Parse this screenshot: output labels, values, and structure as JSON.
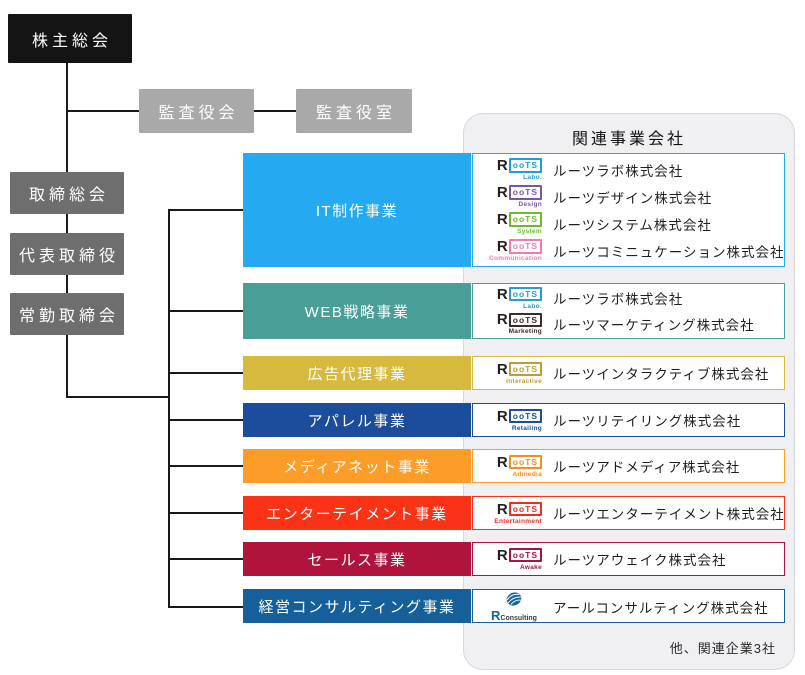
{
  "governance": {
    "shareholders": "株主総会",
    "audit_board": "監査役会",
    "audit_office": "監査役室",
    "board_meeting": "取締総会",
    "representative_director": "代表取締役",
    "standing_directors": "常勤取締会"
  },
  "panel": {
    "title": "関連事業会社",
    "footnote": "他、関連企業3社"
  },
  "brand": {
    "roots_r": "R",
    "roots_box": "ooTS",
    "consulting_r": "R",
    "consulting_rest": "Consulting"
  },
  "colors": {
    "line": "#1a1a1a",
    "panel_bg": "#f0f0f3"
  },
  "divisions": [
    {
      "label": "IT制作事業",
      "color": "#25aaf2",
      "companies": [
        {
          "logo_sub": "Labo.",
          "accent": "#1e9ed8",
          "name": "ルーツラボ株式会社"
        },
        {
          "logo_sub": "Design",
          "accent": "#7a57a5",
          "name": "ルーツデザイン株式会社"
        },
        {
          "logo_sub": "System",
          "accent": "#6fba2c",
          "name": "ルーツシステム株式会社"
        },
        {
          "logo_sub": "Communication",
          "accent": "#f07bb0",
          "name": "ルーツコミニュケーション株式会社"
        }
      ]
    },
    {
      "label": "WEB戦略事業",
      "color": "#4a9e98",
      "companies": [
        {
          "logo_sub": "Labo.",
          "accent": "#2a9cc6",
          "name": "ルーツラボ株式会社"
        },
        {
          "logo_sub": "Marketing",
          "accent": "#3a2e28",
          "name": "ルーツマーケティング株式会社"
        }
      ]
    },
    {
      "label": "広告代理事業",
      "color": "#d8b93f",
      "companies": [
        {
          "logo_sub": "Interactive",
          "accent": "#bd9e33",
          "name": "ルーツインタラクティブ株式会社"
        }
      ]
    },
    {
      "label": "アパレル事業",
      "color": "#1c4d9c",
      "companies": [
        {
          "logo_sub": "Retailing",
          "accent": "#1c4d9c",
          "name": "ルーツリテイリング株式会社"
        }
      ]
    },
    {
      "label": "メディアネット事業",
      "color": "#fb9d28",
      "companies": [
        {
          "logo_sub": "Admedia",
          "accent": "#f78d1d",
          "name": "ルーツアドメディア株式会社"
        }
      ]
    },
    {
      "label": "エンターテイメント事業",
      "color": "#fa3317",
      "companies": [
        {
          "logo_sub": "Entertainment",
          "accent": "#e8321f",
          "name": "ルーツエンターテイメント株式会社"
        }
      ]
    },
    {
      "label": "セールス事業",
      "color": "#b0143d",
      "companies": [
        {
          "logo_sub": "Awake",
          "accent": "#a91340",
          "name": "ルーツアウェイク株式会社"
        }
      ]
    },
    {
      "label": "経営コンサルティング事業",
      "color": "#15609a",
      "companies": [
        {
          "logo": "consulting",
          "name": "アールコンサルティング株式会社"
        }
      ]
    }
  ]
}
